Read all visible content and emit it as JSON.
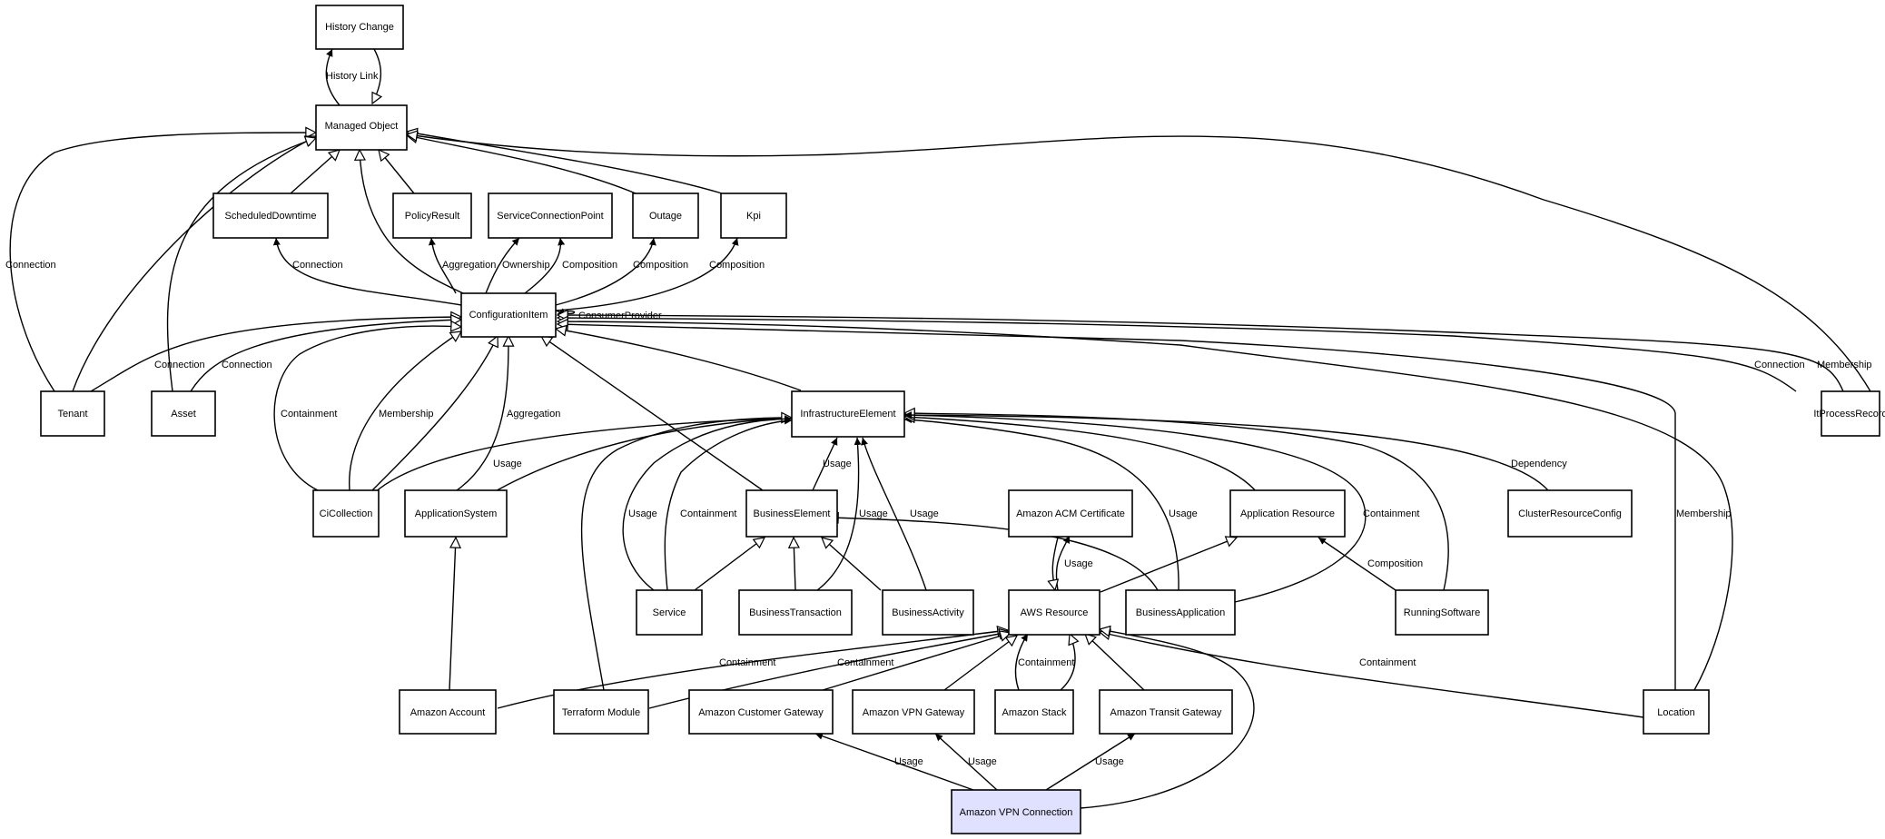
{
  "colors": {
    "node_fill": "#ffffff",
    "highlight_fill": "#e0e0ff",
    "stroke": "#000000"
  },
  "nodes": {
    "history_change": "History Change",
    "managed_object": "Managed Object",
    "scheduled_downtime": "ScheduledDowntime",
    "policy_result": "PolicyResult",
    "service_connection_point": "ServiceConnectionPoint",
    "outage": "Outage",
    "kpi": "Kpi",
    "configuration_item": "ConfigurationItem",
    "tenant": "Tenant",
    "asset": "Asset",
    "infrastructure_element": "InfrastructureElement",
    "it_process_record": "ItProcessRecord",
    "ci_collection": "CiCollection",
    "application_system": "ApplicationSystem",
    "business_element": "BusinessElement",
    "amazon_acm_certificate": "Amazon ACM Certificate",
    "application_resource": "Application Resource",
    "cluster_resource_config": "ClusterResourceConfig",
    "service": "Service",
    "business_transaction": "BusinessTransaction",
    "business_activity": "BusinessActivity",
    "aws_resource": "AWS Resource",
    "business_application": "BusinessApplication",
    "running_software": "RunningSoftware",
    "amazon_account": "Amazon Account",
    "terraform_module": "Terraform Module",
    "amazon_customer_gateway": "Amazon Customer Gateway",
    "amazon_vpn_gateway": "Amazon VPN Gateway",
    "amazon_stack": "Amazon Stack",
    "amazon_transit_gateway": "Amazon Transit Gateway",
    "location": "Location",
    "amazon_vpn_connection": "Amazon VPN Connection"
  },
  "edge_labels": {
    "history_link": "History Link",
    "tenant_mo_connection": "Connection",
    "ci_sd_connection": "Connection",
    "ci_pr_aggregation": "Aggregation",
    "ci_scp_ownership": "Ownership",
    "ci_scp_composition": "Composition",
    "ci_outage_composition": "Composition",
    "ci_kpi_composition": "Composition",
    "ci_self_consumer_provider": "ConsumerProvider",
    "tenant_ci_connection": "Connection",
    "asset_ci_connection": "Connection",
    "ipr_ci_connection": "Connection",
    "ipr_ci_membership": "Membership",
    "cic_ci_containment": "Containment",
    "cic_ci_membership": "Membership",
    "as_ci_aggregation": "Aggregation",
    "cic_ie_usage": "Usage",
    "be_ie_usage": "Usage",
    "crc_ie_dependency": "Dependency",
    "service_ie_usage": "Usage",
    "service_ie_containment": "Containment",
    "bt_ie_usage": "Usage",
    "ba_ie_usage": "Usage",
    "bapp_ie_usage": "Usage",
    "aws_ie_containment": "Containment",
    "loc_ci_membership": "Membership",
    "aws_acm_usage": "Usage",
    "rs_ar_composition": "Composition",
    "acct_aws_containment": "Containment",
    "tf_aws_containment": "Containment",
    "stack_aws_containment": "Containment",
    "loc_aws_containment": "Containment",
    "vpnc_cgw_usage": "Usage",
    "vpnc_vgw_usage": "Usage",
    "vpnc_tgw_usage": "Usage"
  }
}
